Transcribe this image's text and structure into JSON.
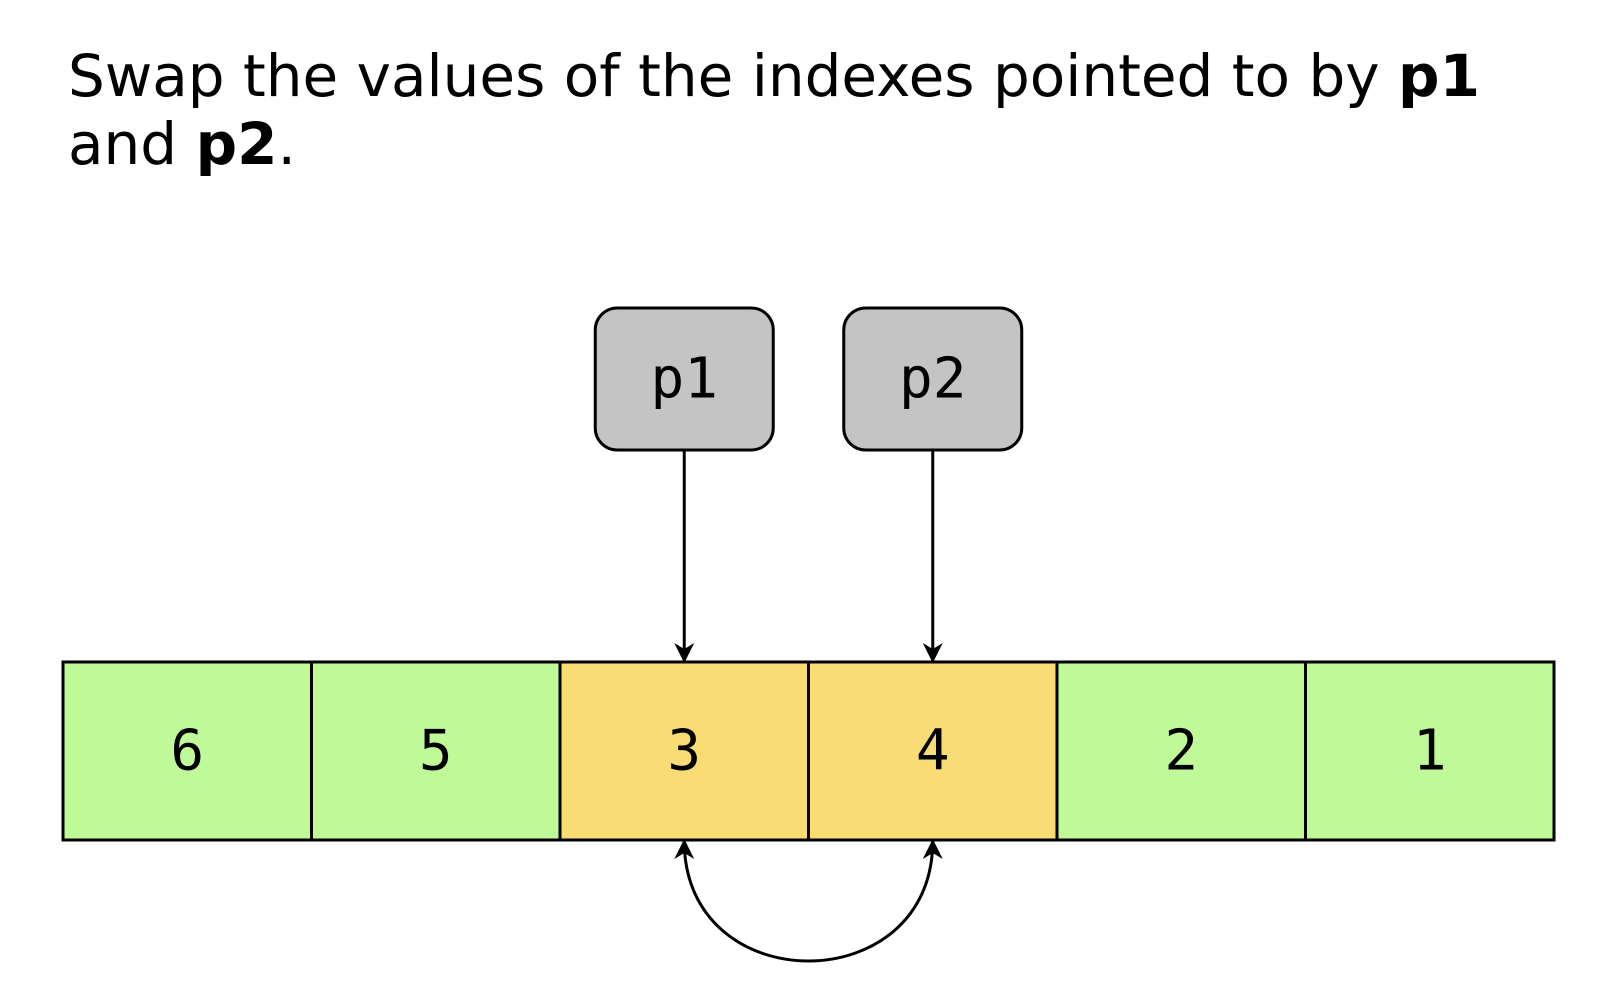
{
  "instruction": {
    "text_before": "Swap the values of the indexes pointed to by ",
    "pointer_a": "p1",
    "text_middle": " and ",
    "pointer_b": "p2",
    "text_after": "."
  },
  "pointers": [
    {
      "label": "p1",
      "target_index": 2
    },
    {
      "label": "p2",
      "target_index": 3
    }
  ],
  "array": {
    "cells": [
      {
        "value": "6",
        "highlighted": false
      },
      {
        "value": "5",
        "highlighted": false
      },
      {
        "value": "3",
        "highlighted": true
      },
      {
        "value": "4",
        "highlighted": true
      },
      {
        "value": "2",
        "highlighted": false
      },
      {
        "value": "1",
        "highlighted": false
      }
    ]
  },
  "colors": {
    "cell_normal": "#c0fa98",
    "cell_highlighted": "#f9dc74",
    "pointer_box": "#c4c4c4",
    "stroke": "#000000"
  }
}
